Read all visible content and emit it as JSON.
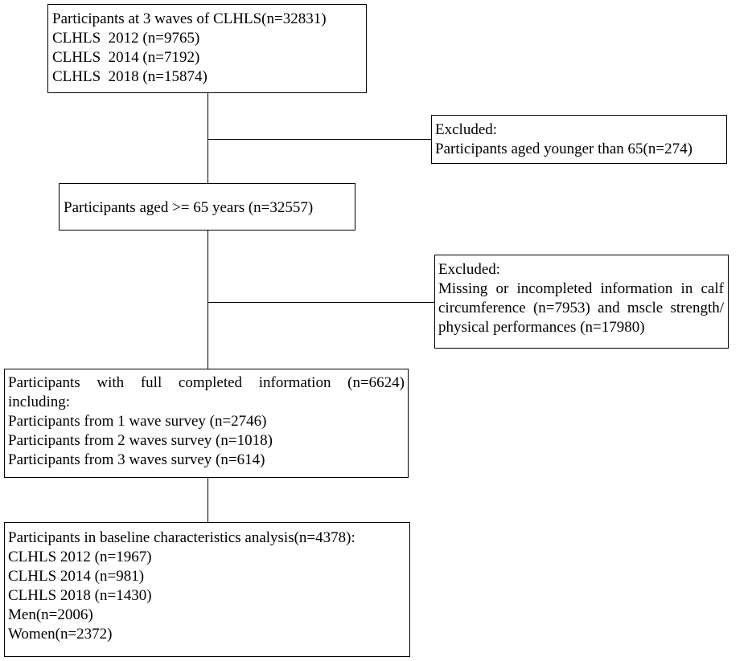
{
  "boxes": {
    "initial": {
      "lines": [
        "Participants at 3 waves of CLHLS(n=32831)",
        "CLHLS  2012 (n=9765)",
        "CLHLS  2014 (n=7192)",
        "CLHLS  2018 (n=15874)"
      ]
    },
    "excluded_age": {
      "lines": [
        "Excluded:",
        "Participants aged younger than 65(n=274)"
      ]
    },
    "aged_65": {
      "lines": [
        "Participants aged >= 65 years (n=32557)"
      ]
    },
    "excluded_missing": {
      "lines": [
        "Excluded:",
        "Missing or incompleted information in calf",
        "circumference (n=7953) and mscle strength/",
        "physical performances (n=17980)"
      ]
    },
    "full_info": {
      "lines": [
        "Participants with full completed information (n=6624)",
        "including:",
        "Participants from 1 wave survey (n=2746)",
        "Participants from 2 waves survey (n=1018)",
        "Participants from 3 waves survey (n=614)"
      ]
    },
    "baseline": {
      "lines": [
        "Participants in baseline characteristics analysis(n=4378):",
        "CLHLS 2012 (n=1967)",
        "CLHLS 2014 (n=981)",
        "CLHLS 2018 (n=1430)",
        "Men(n=2006)",
        "Women(n=2372)"
      ]
    }
  }
}
